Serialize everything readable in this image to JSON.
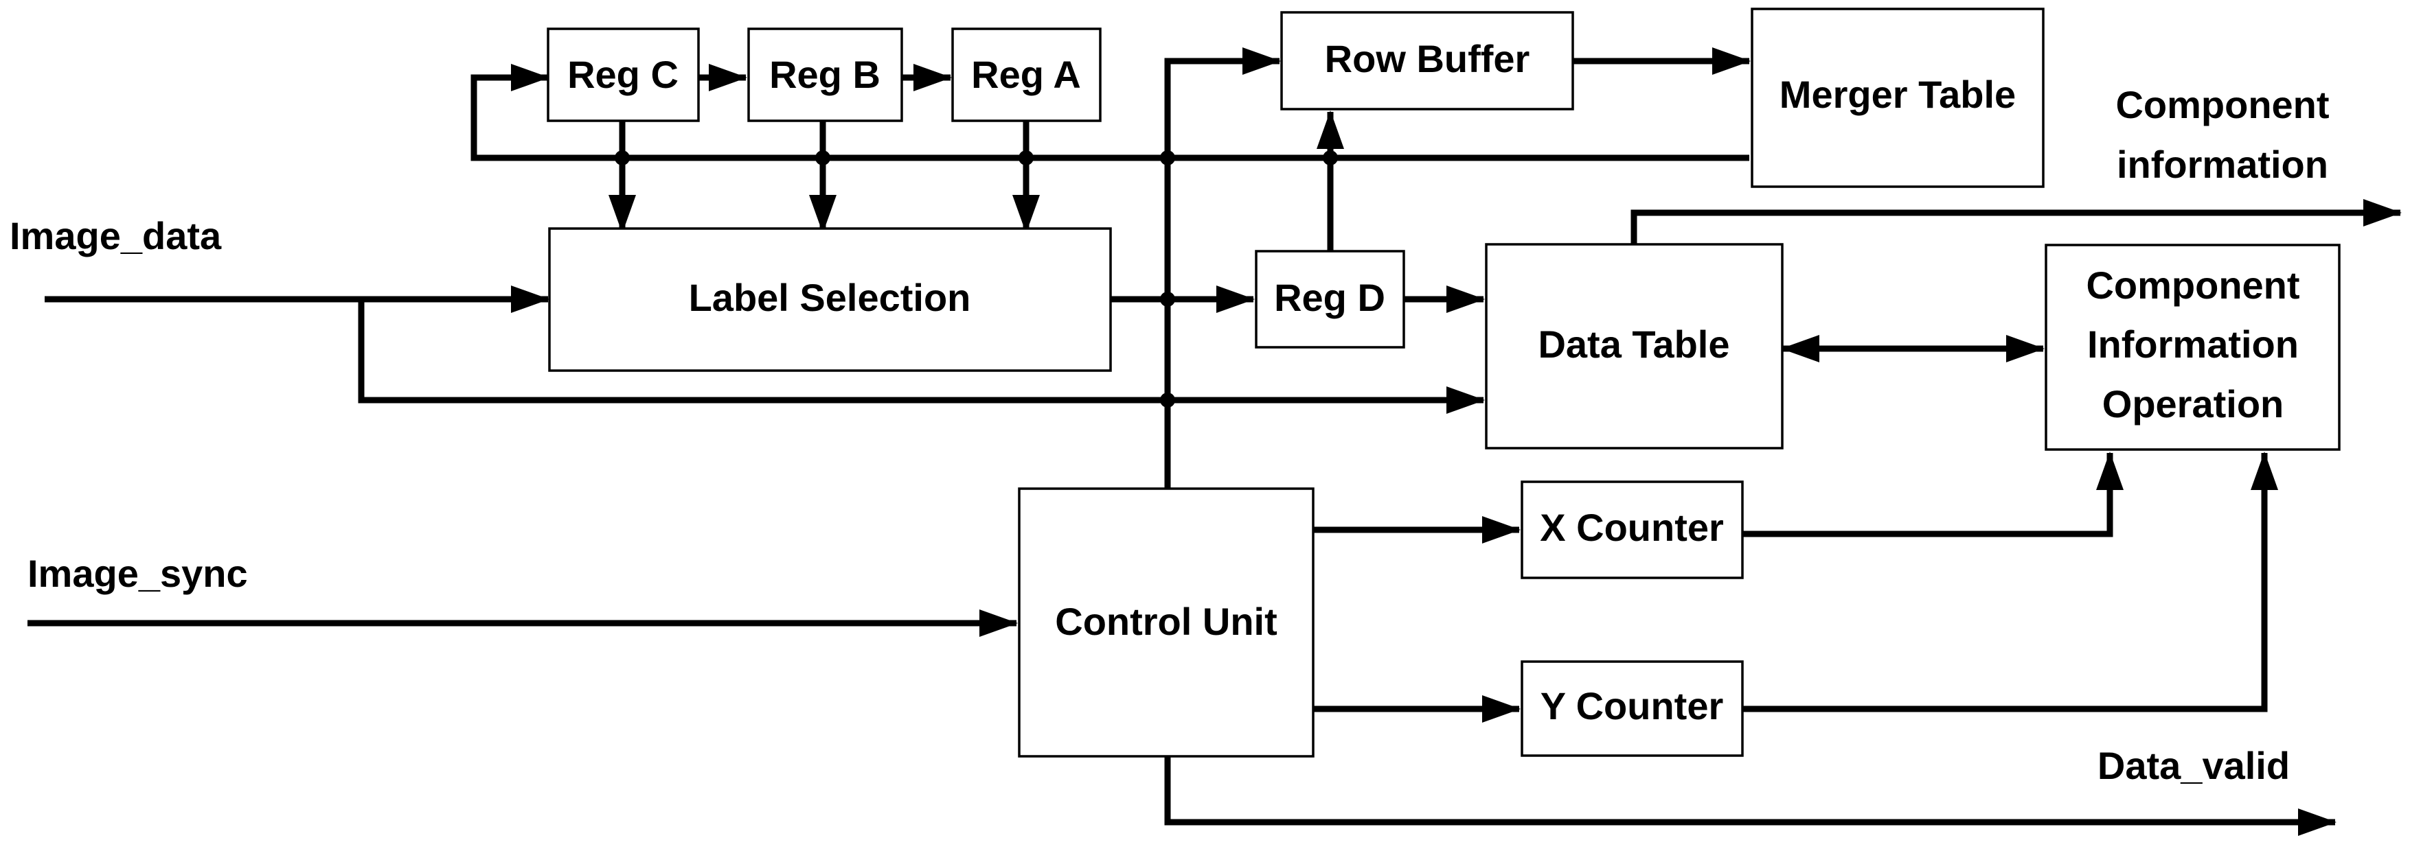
{
  "blocks": {
    "reg_c": "Reg C",
    "reg_b": "Reg B",
    "reg_a": "Reg A",
    "row_buffer": "Row Buffer",
    "merger_table": "Merger Table",
    "label_selection": "Label Selection",
    "reg_d": "Reg D",
    "data_table": "Data Table",
    "comp_info_op": [
      "Component",
      "Information",
      "Operation"
    ],
    "control_unit": "Control Unit",
    "x_counter": "X Counter",
    "y_counter": "Y Counter"
  },
  "signals": {
    "image_data": "Image_data",
    "image_sync": "Image_sync",
    "component_information": [
      "Component",
      "information"
    ],
    "data_valid": "Data_valid"
  }
}
